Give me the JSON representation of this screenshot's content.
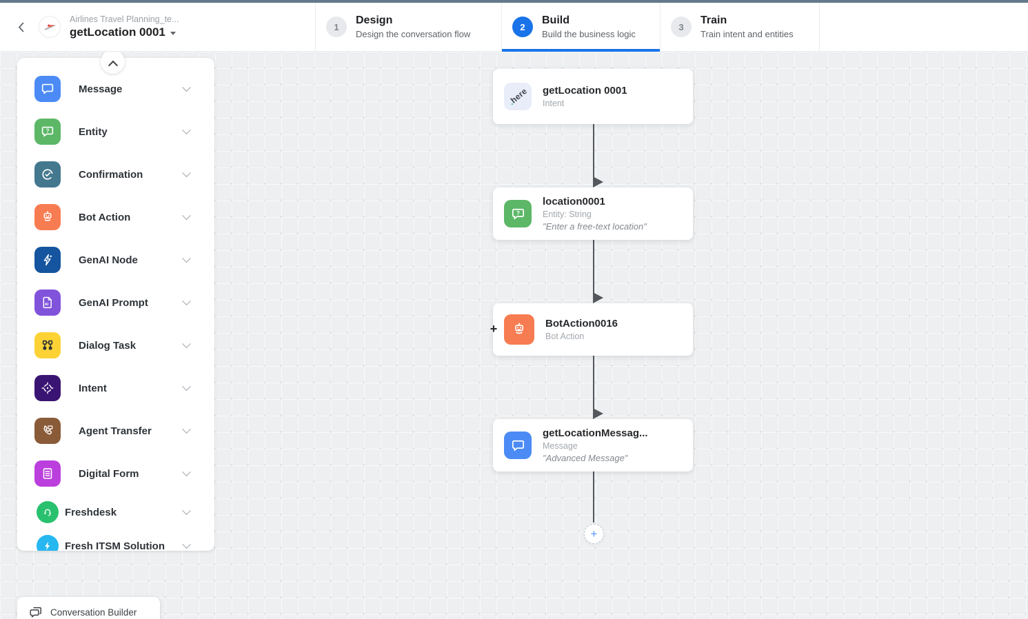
{
  "header": {
    "back_icon": "chevron-left",
    "project_name": "Airlines Travel Planning_te...",
    "task_name": "getLocation 0001",
    "steps": [
      {
        "number": "1",
        "title": "Design",
        "subtitle": "Design the conversation flow",
        "active": false
      },
      {
        "number": "2",
        "title": "Build",
        "subtitle": "Build the business logic",
        "active": true
      },
      {
        "number": "3",
        "title": "Train",
        "subtitle": "Train intent and entities",
        "active": false
      }
    ]
  },
  "sidebar": {
    "items": [
      {
        "label": "Message",
        "icon": "message-icon",
        "color": "#4c8bf5"
      },
      {
        "label": "Entity",
        "icon": "entity-icon",
        "color": "#5cb767"
      },
      {
        "label": "Confirmation",
        "icon": "confirmation-icon",
        "color": "#44788e"
      },
      {
        "label": "Bot Action",
        "icon": "bot-action-icon",
        "color": "#f87c51"
      },
      {
        "label": "GenAI Node",
        "icon": "genai-node-icon",
        "color": "#15549e"
      },
      {
        "label": "GenAI Prompt",
        "icon": "genai-prompt-icon",
        "color": "#8153db"
      },
      {
        "label": "Dialog Task",
        "icon": "dialog-task-icon",
        "color": "#fcd235"
      },
      {
        "label": "Intent",
        "icon": "intent-icon",
        "color": "#3a1472"
      },
      {
        "label": "Agent Transfer",
        "icon": "agent-transfer-icon",
        "color": "#8a5b38"
      },
      {
        "label": "Digital Form",
        "icon": "digital-form-icon",
        "color": "#bb3fdd"
      },
      {
        "label": "Freshdesk",
        "icon": "freshdesk-icon",
        "color": "#29c16e"
      },
      {
        "label": "Fresh ITSM Solution",
        "icon": "fresh-itsm-icon",
        "color": "#26b7f0"
      }
    ]
  },
  "canvas": {
    "nodes": [
      {
        "title": "getLocation 0001",
        "subtitle": "Intent",
        "quote": "",
        "icon_text": "here"
      },
      {
        "title": "location0001",
        "subtitle": "Entity: String",
        "quote": "\"Enter a free-text location\""
      },
      {
        "title": "BotAction0016",
        "subtitle": "Bot Action",
        "quote": ""
      },
      {
        "title": "getLocationMessag...",
        "subtitle": "Message",
        "quote": "\"Advanced Message\""
      }
    ],
    "add_branch_label": "+",
    "add_node_label": "+"
  },
  "footer": {
    "conversation_builder_label": "Conversation Builder"
  },
  "colors": {
    "accent_blue": "#1a73e8",
    "top_strip": "#64788a",
    "canvas_bg": "#edeff1",
    "connector": "#54585e",
    "here_logo_teal": "#12b5b0"
  }
}
